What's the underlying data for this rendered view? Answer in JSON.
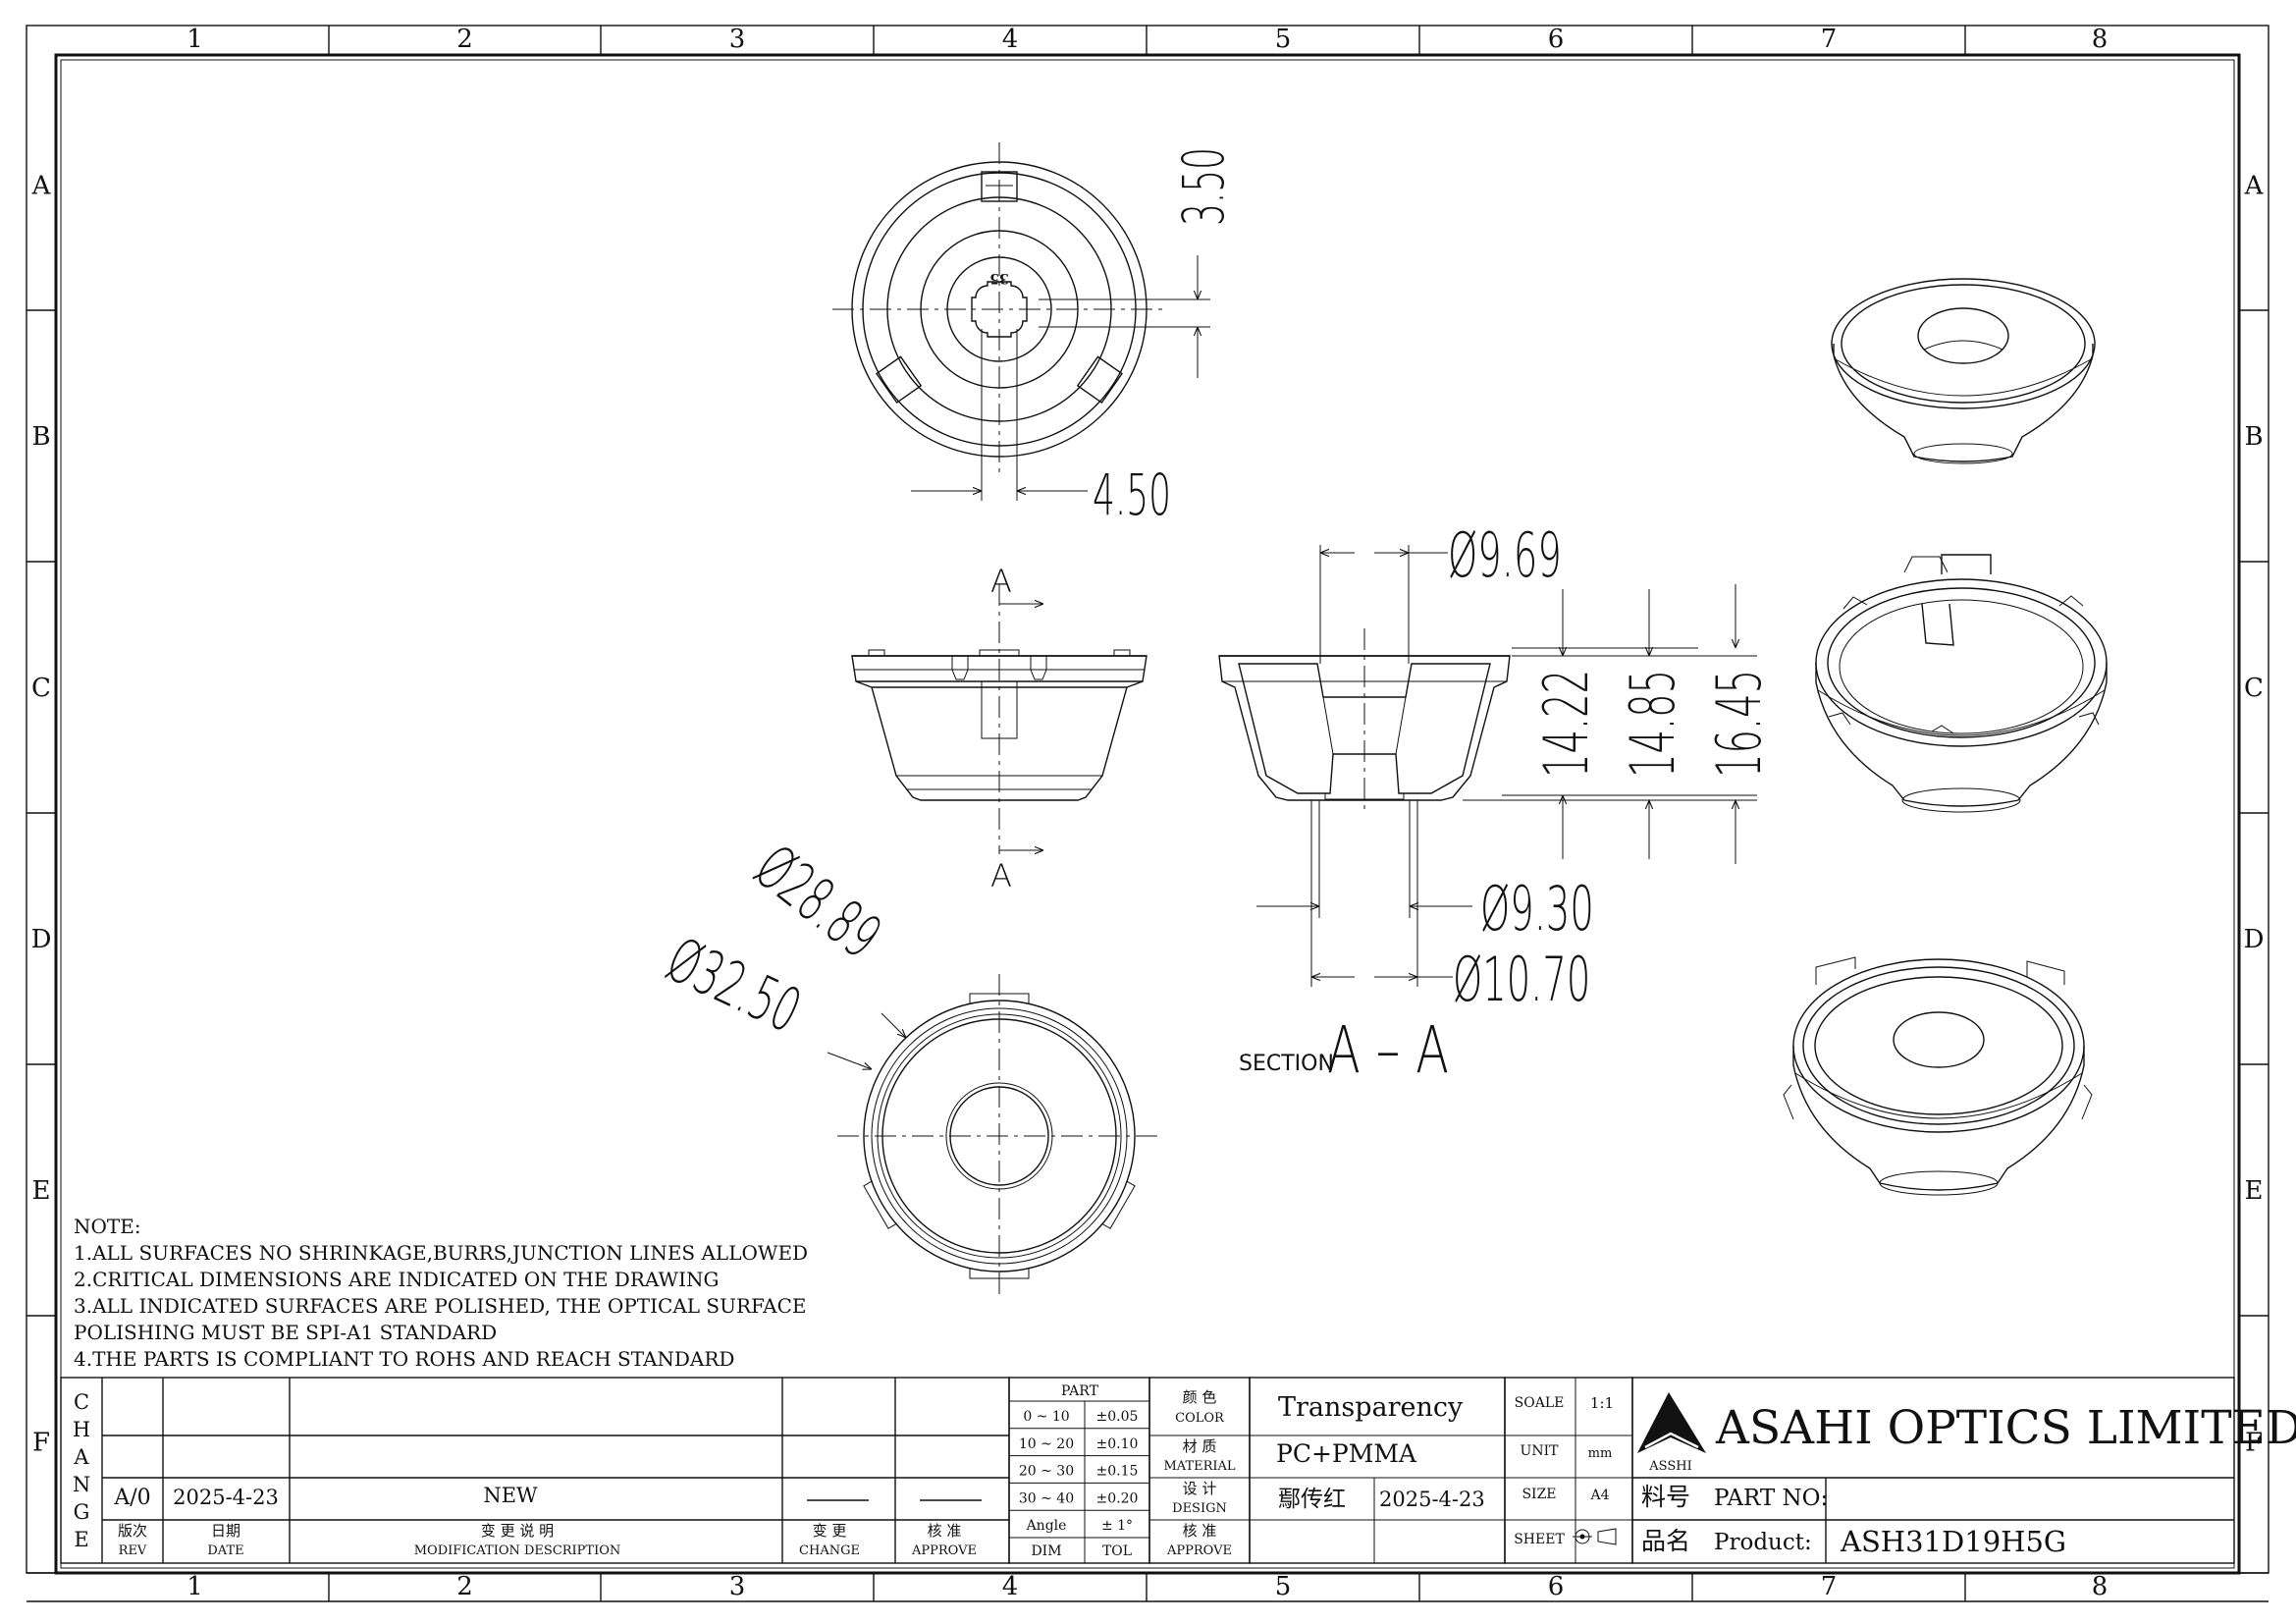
{
  "grid": {
    "cols": [
      "1",
      "2",
      "3",
      "4",
      "5",
      "6",
      "7",
      "8"
    ],
    "rows": [
      "A",
      "B",
      "C",
      "D",
      "E",
      "F"
    ]
  },
  "dimensions": {
    "d1": "3.50",
    "d2": "4.50",
    "d3": "Ø9.69",
    "d4": "14.22",
    "d5": "14.85",
    "d6": "16.45",
    "d7": "Ø9.30",
    "d8": "Ø10.70",
    "d9": "Ø28.89",
    "d10": "Ø32.50",
    "marker": "35"
  },
  "section": {
    "cut_label": "A",
    "prefix": "SECTION",
    "name": "A – A"
  },
  "notes": {
    "title": "NOTE:",
    "items": [
      "1.ALL SURFACES NO SHRINKAGE,BURRS,JUNCTION LINES ALLOWED",
      "2.CRITICAL DIMENSIONS ARE INDICATED ON THE DRAWING",
      "3.ALL INDICATED SURFACES ARE POLISHED, THE OPTICAL SURFACE",
      "POLISHING MUST BE SPI-A1 STANDARD",
      "4.THE PARTS IS COMPLIANT TO ROHS AND REACH STANDARD"
    ]
  },
  "title_block": {
    "change_letters": [
      "C",
      "H",
      "A",
      "N",
      "G",
      "E"
    ],
    "rev": "A/0",
    "date": "2025-4-23",
    "desc": "NEW",
    "rev_cn": "版次",
    "rev_en": "REV",
    "date_cn": "日期",
    "date_en": "DATE",
    "desc_cn": "变 更 说 明",
    "desc_en": "MODIFICATION DESCRIPTION",
    "change_cn": "变 更",
    "change_en": "CHANGE",
    "approve_cn": "核 准",
    "approve_en": "APPROVE",
    "tol_header": "PART",
    "tolerances": [
      {
        "range": "0 ~ 10",
        "tol": "±0.05"
      },
      {
        "range": "10 ~ 20",
        "tol": "±0.10"
      },
      {
        "range": "20 ~ 30",
        "tol": "±0.15"
      },
      {
        "range": "30 ~ 40",
        "tol": "±0.20"
      },
      {
        "range": "Angle",
        "tol": "± 1°"
      }
    ],
    "dim_label": "DIM",
    "tol_label": "TOL",
    "color_cn": "颜 色",
    "color_en": "COLOR",
    "material_cn": "材 质",
    "material_en": "MATERIAL",
    "design_cn": "设 计",
    "design_en": "DESIGN",
    "approve2_cn": "核 准",
    "approve2_en": "APPROVE",
    "color_val": "Transparency",
    "material_val": "PC+PMMA",
    "designer": "鄢传红",
    "design_date": "2025-4-23",
    "scale_label": "SOALE",
    "scale_val": "1:1",
    "unit_label": "UNIT",
    "unit_val": "mm",
    "size_label": "SIZE",
    "size_val": "A4",
    "sheet_label": "SHEET",
    "company": "ASAHI OPTICS LIMITED",
    "logo_text": "ASSHI",
    "part_cn": "料号",
    "part_en": "PART NO:",
    "part_no": "",
    "product_cn": "品名",
    "product_en": "Product:",
    "product_val": "ASH31D19H5G"
  }
}
